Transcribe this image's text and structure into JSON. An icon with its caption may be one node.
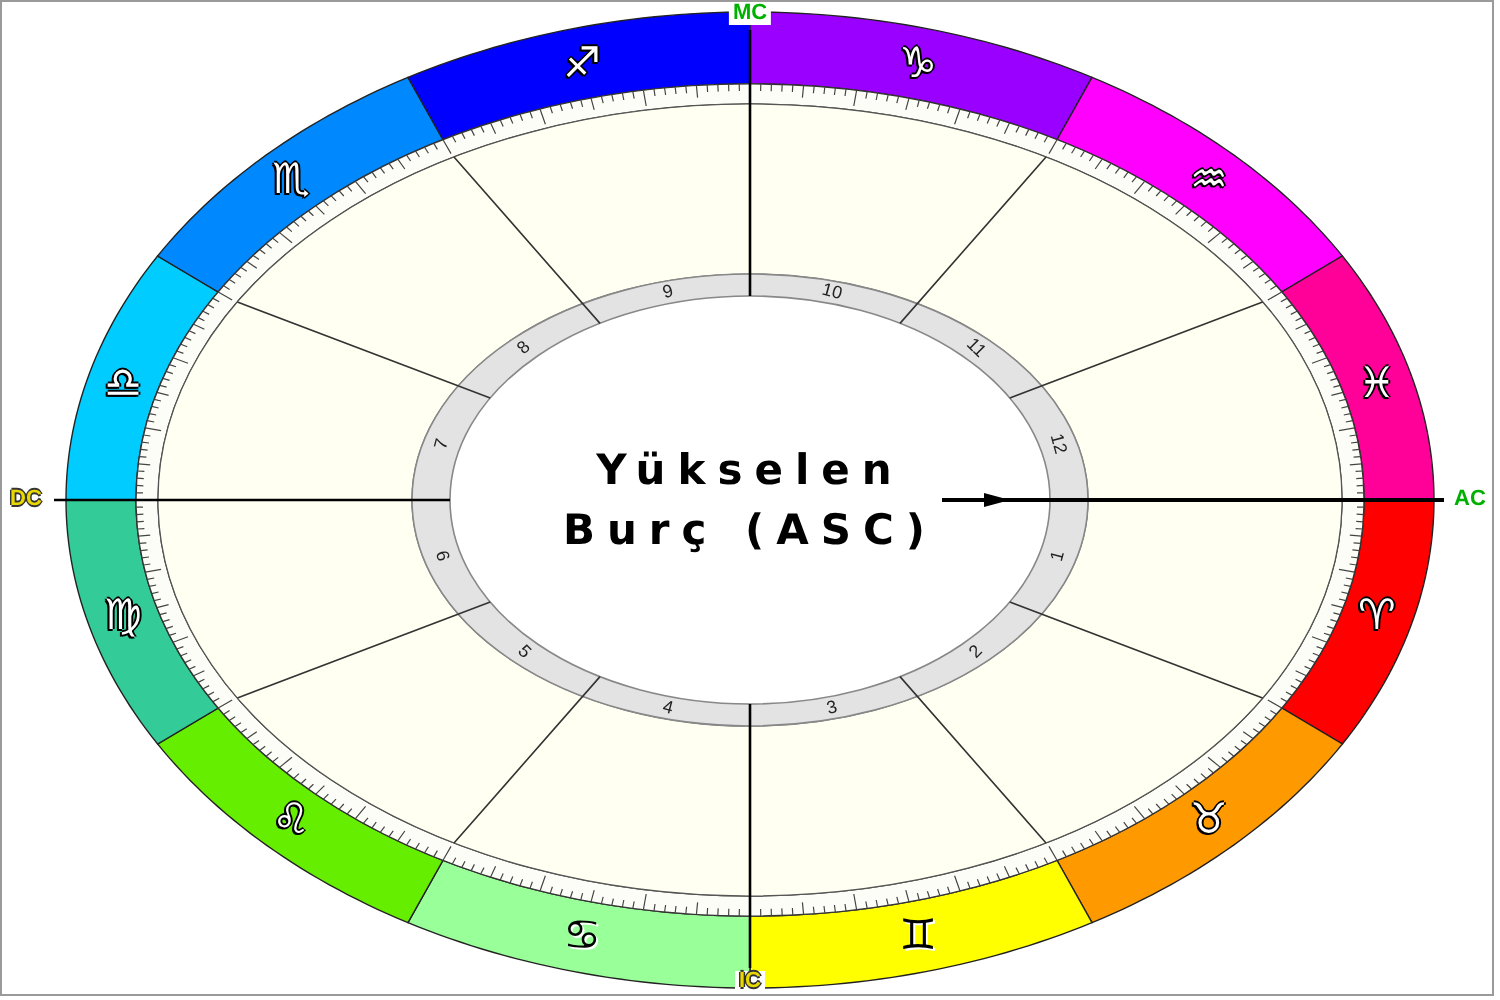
{
  "diagram": {
    "nodes": [
      {
        "text": [
          "Yükselen Burç (ASC)"
        ]
      },
      {
        "text": [],
        "shape": "line",
        "beside": [
          "AC"
        ]
      }
    ],
    "edges": [
      {
        "from": 0,
        "to": 1,
        "arrow": "to"
      }
    ],
    "labels": [
      "MC",
      "♐",
      "♑",
      "♏",
      "♒",
      "9",
      "10",
      "8",
      "11",
      "♎",
      "♓",
      "7",
      "12",
      "DC",
      "6",
      "1",
      "♍",
      "♈",
      "5",
      "2",
      "4",
      "3",
      "♌",
      "♉",
      "♋",
      "♊",
      "IC"
    ]
  }
}
